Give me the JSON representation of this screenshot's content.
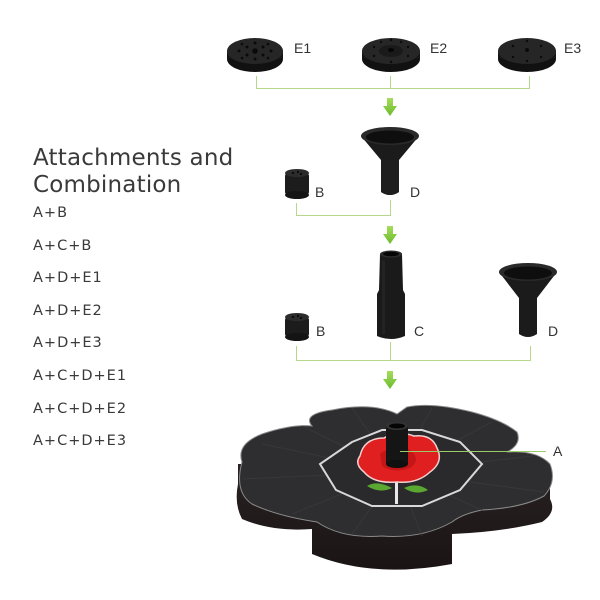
{
  "title": {
    "line1": "Attachments and",
    "line2": "Combination"
  },
  "combinations": [
    "A+B",
    "A+C+B",
    "A+D+E1",
    "A+D+E2",
    "A+D+E3",
    "A+C+D+E1",
    "A+C+D+E2",
    "A+C+D+E3"
  ],
  "parts": {
    "e1": {
      "label": "E1",
      "icon": "nozzle-disc-e1-icon"
    },
    "e2": {
      "label": "E2",
      "icon": "nozzle-disc-e2-icon"
    },
    "e3": {
      "label": "E3",
      "icon": "nozzle-disc-e3-icon"
    },
    "b_top": {
      "label": "B",
      "icon": "short-nozzle-b-icon"
    },
    "d_top": {
      "label": "D",
      "icon": "funnel-nozzle-d-icon"
    },
    "b_mid": {
      "label": "B",
      "icon": "short-nozzle-b-icon"
    },
    "c_mid": {
      "label": "C",
      "icon": "extension-tube-c-icon"
    },
    "d_mid": {
      "label": "D",
      "icon": "funnel-nozzle-d-icon"
    },
    "a": {
      "label": "A",
      "icon": "solar-fountain-base-icon"
    }
  },
  "colors": {
    "connector_line": "#b5d98a",
    "arrow": "#7cc242",
    "part_black": "#1f1f1f",
    "panel_dark": "#2e2e30",
    "rose_red": "#e02020",
    "leaf_green": "#5aa832",
    "text": "#3a3a3a"
  }
}
